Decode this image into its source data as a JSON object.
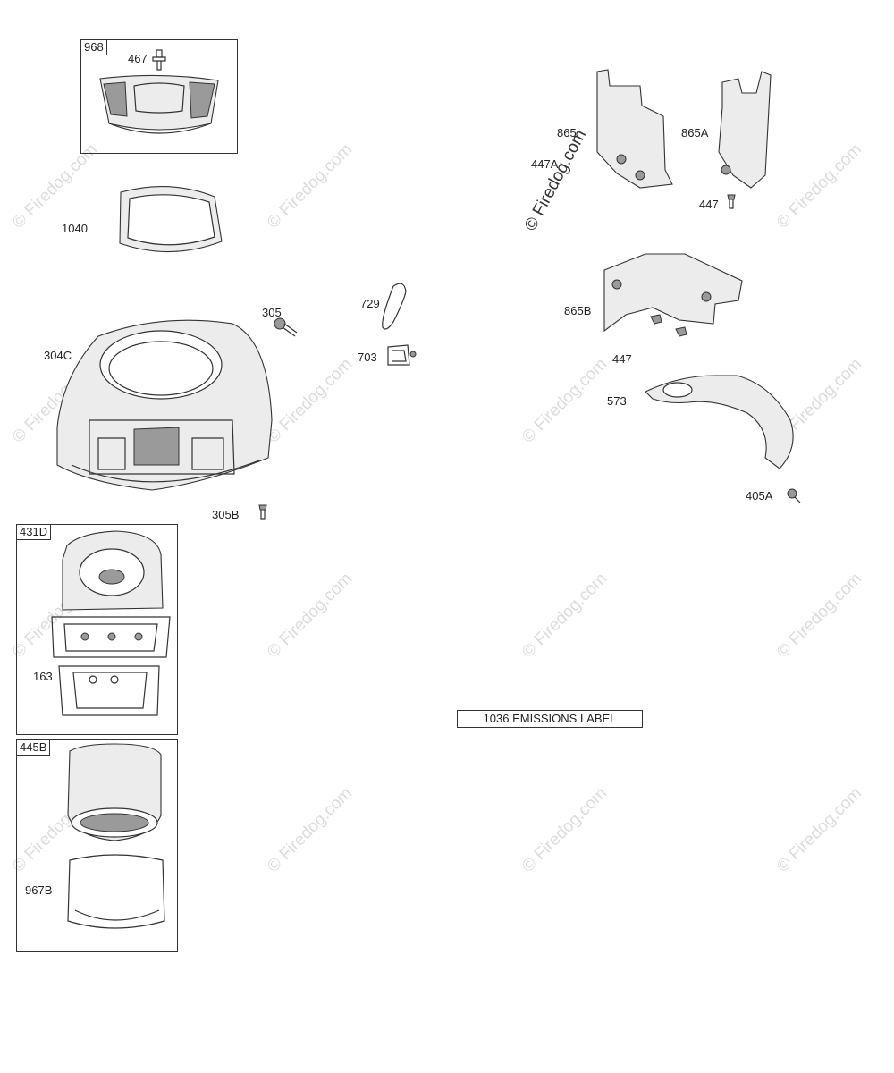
{
  "watermark": {
    "text": "© Firedog.com",
    "center_text": "© Firedog.com"
  },
  "boxes": {
    "box_968": "968",
    "box_431d": "431D",
    "box_445b": "445B"
  },
  "labels": {
    "p467": "467",
    "p1040": "1040",
    "p305": "305",
    "p729": "729",
    "p703": "703",
    "p304c": "304C",
    "p305b": "305B",
    "p163": "163",
    "p967b": "967B",
    "p865": "865",
    "p865a": "865A",
    "p447a": "447A",
    "p447_top": "447",
    "p865b": "865B",
    "p447_mid": "447",
    "p573": "573",
    "p405a": "405A"
  },
  "emissions_label": "1036 EMISSIONS LABEL"
}
